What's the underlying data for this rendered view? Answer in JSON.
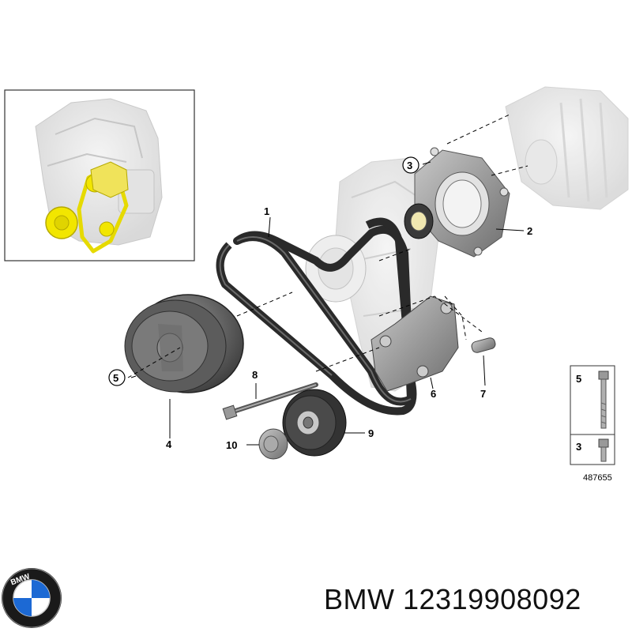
{
  "callouts": {
    "c1": "1",
    "c2": "2",
    "c3": "3",
    "c4": "4",
    "c5": "5",
    "c6": "6",
    "c7": "7",
    "c8": "8",
    "c9": "9",
    "c10": "10"
  },
  "legend": {
    "item_top": "5",
    "item_bottom": "3",
    "ref_number": "487655"
  },
  "footer": {
    "brand": "BMW",
    "part_number": "12319908092",
    "logo_text": "BMW"
  },
  "colors": {
    "highlight": "#f2e600",
    "belt": "#2a2a2a",
    "bmw_blue": "#1c69d4"
  }
}
